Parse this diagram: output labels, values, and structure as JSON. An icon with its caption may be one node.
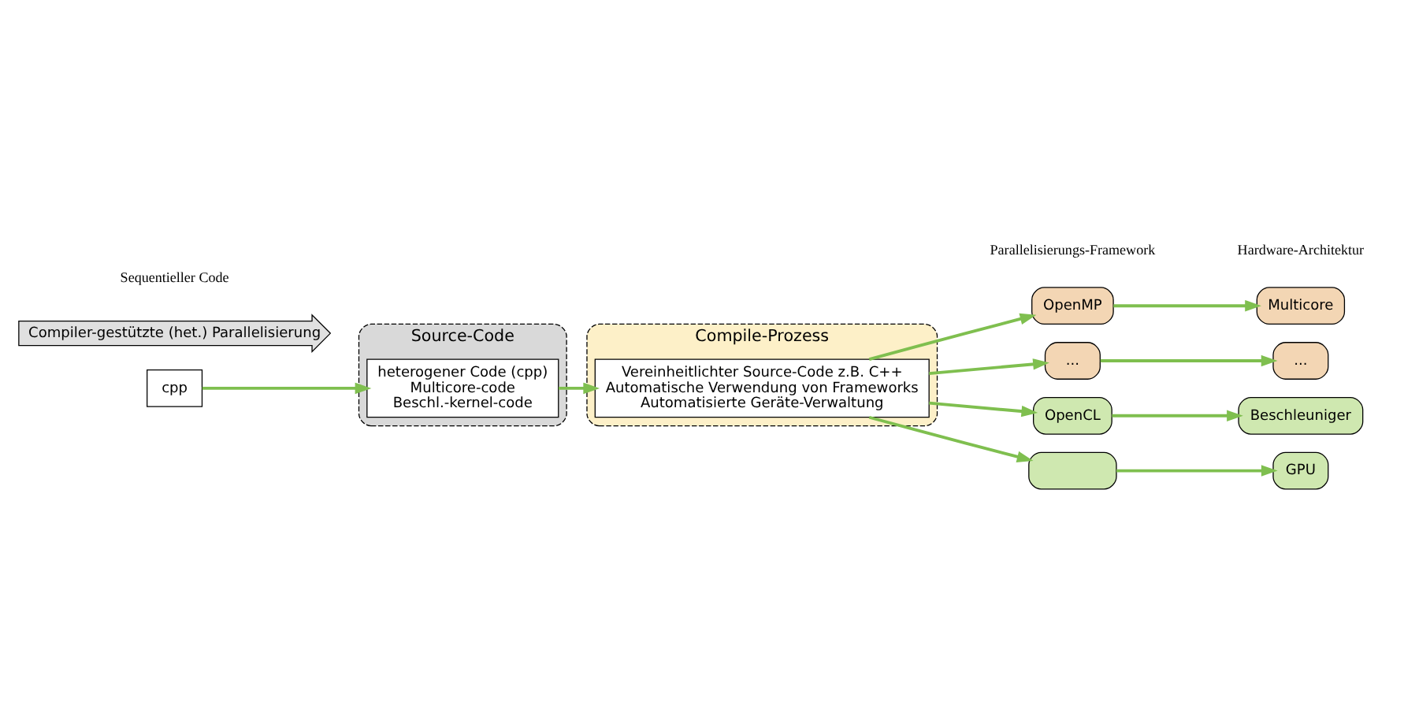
{
  "diagram": {
    "nodes": [
      {
        "text": [
          "cpp"
        ]
      },
      {
        "text": [
          "Source-Code"
        ]
      },
      {
        "text": [
          "heterogener Code (cpp)",
          "Multicore-code",
          "Beschl.-kernel-code"
        ],
        "in": 1
      },
      {
        "text": [
          "Compile-Prozess"
        ]
      },
      {
        "text": [
          "Vereinheitlichter Source-Code z.B. C++",
          "Automatische Verwendung von Frameworks",
          "Automatisierte Geräte-Verwaltung"
        ],
        "in": 3
      },
      {
        "text": [
          "OpenMP"
        ]
      },
      {
        "text": [
          "..."
        ]
      },
      {
        "text": [
          "OpenCL"
        ]
      },
      {
        "text": [],
        "shape": "box"
      },
      {
        "text": [
          "Multicore"
        ]
      },
      {
        "text": [
          "..."
        ]
      },
      {
        "text": [
          "Beschleuniger"
        ]
      },
      {
        "text": [
          "GPU"
        ]
      },
      {
        "text": [
          "Compiler-gestützte (het.) Parallelisierung"
        ]
      }
    ],
    "edges": [
      {
        "from": 0,
        "to": 2,
        "arrow": "to"
      },
      {
        "from": 2,
        "to": 4,
        "arrow": "to"
      },
      {
        "from": 4,
        "to": 5,
        "arrow": "to"
      },
      {
        "from": 4,
        "to": 6,
        "arrow": "to"
      },
      {
        "from": 4,
        "to": 7,
        "arrow": "to"
      },
      {
        "from": 4,
        "to": 8,
        "arrow": "to"
      },
      {
        "from": 5,
        "to": 9,
        "arrow": "to"
      },
      {
        "from": 6,
        "to": 10,
        "arrow": "to"
      },
      {
        "from": 7,
        "to": 11,
        "arrow": "to"
      },
      {
        "from": 8,
        "to": 12,
        "arrow": "to"
      }
    ],
    "labels": [
      "Sequentieller Code",
      "Parallelisierungs-Framework",
      "Hardware-Architektur"
    ]
  }
}
